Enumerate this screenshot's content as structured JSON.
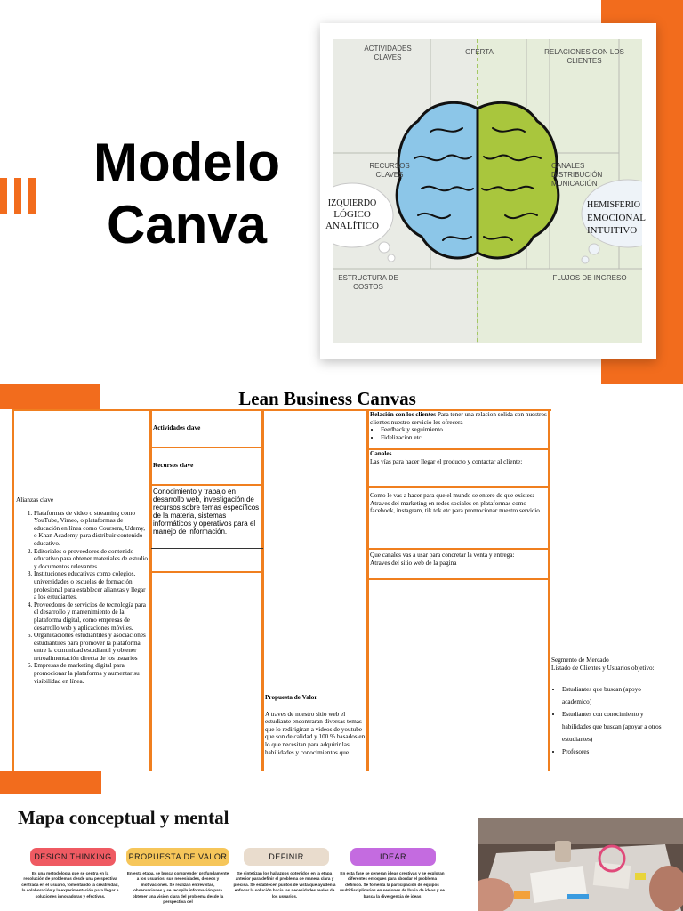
{
  "slide1": {
    "title_line1": "Modelo",
    "title_line2": "Canva",
    "image": {
      "labels": {
        "actividades": "ACTIVIDADES CLAVES",
        "oferta": "OFERTA",
        "relaciones": "RELACIONES CON LOS CLIENTES",
        "recursos": "RECURSOS CLAVES",
        "canales": "CANALES DISTRIBUCIÓN MUNICACIÓN",
        "estructura": "ESTRUCTURA DE COSTOS",
        "flujos": "FLUJOS DE INGRESO"
      },
      "bubble_left": [
        "IZQUIERDO",
        "LÓGICO",
        "ANALÍTICO"
      ],
      "bubble_right": [
        "HEMISFERIO",
        "EMOCIONAL",
        "INTUITIVO"
      ]
    }
  },
  "slide2": {
    "title": "Lean Business Canvas",
    "alianzas": {
      "heading": "Alianzas clave",
      "items": [
        "Plataformas de video o streaming como YouTube, Vimeo, o plataformas de educación en línea como Coursera, Udemy, o Khan Academy para distribuir contenido educativo.",
        " Editoriales o proveedores de contenido educativo para obtener materiales de estudio y documentos relevantes.",
        " Instituciones educativas como colegios, universidades o escuelas de formación profesional para establecer alianzas y llegar a los estudiantes.",
        " Proveedores de servicios de tecnología para el desarrollo y mantenimiento de la plataforma digital, como empresas de desarrollo web y aplicaciones móviles.",
        "Organizaciones estudiantiles y asociaciones estudiantiles para promover la plataforma entre la comunidad estudiantil y obtener retroalimentación directa de los usuarios",
        " Empresas de marketing digital para promocionar la plataforma y aumentar su visibilidad en línea."
      ]
    },
    "actividades": "Actividades clave",
    "recursos": "Recursos clave",
    "recursos_text": "Conocimiento y trabajo en desarrollo web, investigación de recursos sobre temas específicos de la materia, sistemas informáticos y operativos para el manejo de información.",
    "propuesta": {
      "heading": "Propuesta de Valor",
      "text": "A traves de nuestro sitio web el estudiante encontraran diversas temas que lo redirigiran a videos de youtube que son de calidad y 100 % basados en lo que necesitan para adquirir las habilidades y conocimientos que"
    },
    "relacion": {
      "heading": "Relación con los clientes",
      "text": " Para tener una relacion solida con nuestros clientes nuestro servicio les ofrecera",
      "bullets": [
        "Feedback y seguimiento",
        "Fidelizacion etc."
      ]
    },
    "canales": {
      "heading": "Canales",
      "text": "Las vías para hacer llegar el producto y contactar al cliente:",
      "q1": "Como le vas a hacer para que el mundo se entere de que existes:",
      "a1": "Atraves del marketing en redes sociales en plataformas como facebook, instagram, tik tok etc para promocionar nuestro servicio.",
      "q2": "Que canales vas a usar para concretar la venta y entrega:",
      "a2": "Atraves del sitio web de la pagina"
    },
    "segmento": {
      "line1": "Segmento de Mercado",
      "line2": "Listado de Clientes y Usuarios objetivo:",
      "bullets": [
        "Estudiantes que buscan (apoyo academico)",
        "Estudiantes con conocimiento y habilidades que buscan (apoyar a otros estudiantes)",
        "Profesores"
      ]
    }
  },
  "slide3": {
    "title": "Mapa conceptual y mental",
    "pills": [
      {
        "label": "DESIGN THINKING",
        "bg": "#ef5a62",
        "fg": "#1a1a1a",
        "desc": "Es una metodología que se centra en la resolución de problemas desde una perspectiva centrada en el usuario, fomentando la creatividad, la colaboración y la experimentación para llegar a soluciones innovadoras y efectivas."
      },
      {
        "label": "PROPUESTA DE VALOR",
        "bg": "#f6c65a",
        "fg": "#1a1a1a",
        "desc": "En esta etapa, se busca comprender profundamente a los usuarios, sus necesidades, deseos y motivaciones. Se realizan entrevistas, observaciones y se recopila información para obtener una visión clara del problema desde la perspectiva del"
      },
      {
        "label": "DEFINIR",
        "bg": "#e9dccd",
        "fg": "#1a1a1a",
        "desc": "Se sintetizan los hallazgos obtenidos en la etapa anterior para definir el problema de manera clara y precisa. Se establecen puntos de vista que ayuden a enfocar la solución hacia las necesidades reales de los usuarios."
      },
      {
        "label": "IDEAR",
        "bg": "#c46be0",
        "fg": "#1a1a1a",
        "desc": "En esta fase se generan ideas creativas y se exploran diferentes enfoques para abordar el problema definido. Se fomenta la participación de equipos multidisciplinarios en sesiones de lluvia de ideas y se busca la divergencia de ideas"
      }
    ]
  }
}
